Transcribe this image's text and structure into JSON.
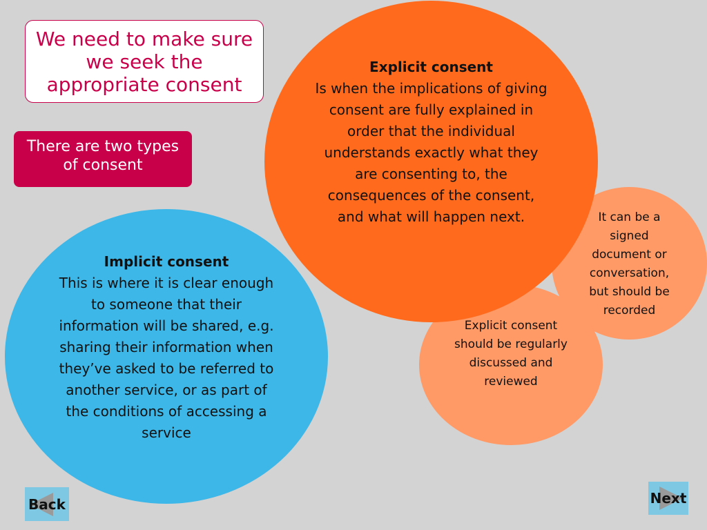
{
  "slide": {
    "title": "We need to make sure we seek the appropriate consent",
    "types_label": "There are two types of consent"
  },
  "explicit": {
    "heading": "Explicit consent",
    "body": "Is when the implications of giving consent are fully explained in order that the individual understands exactly what they are consenting to, the consequences of the consent, and what will happen next.",
    "note_signed": "It can be a signed document or conversation, but should be recorded",
    "note_review": "Explicit consent should be regularly discussed and reviewed"
  },
  "implicit": {
    "heading": "Implicit consent",
    "body": "This is where it is clear enough to someone that their information will be shared, e.g. sharing their information when they’ve asked to be referred to another service, or as part of the conditions of accessing a service"
  },
  "nav": {
    "back_label": "Back",
    "next_label": "Next",
    "back_icon": "arrow-left-icon",
    "next_icon": "arrow-right-icon"
  },
  "colors": {
    "background": "#d3d3d3",
    "accent": "#c8004a",
    "explicit_circle": "#ff6a1c",
    "explicit_note_circles": "#ff9966",
    "implicit_circle": "#3db7e8",
    "nav_button": "#7ec8e3"
  }
}
